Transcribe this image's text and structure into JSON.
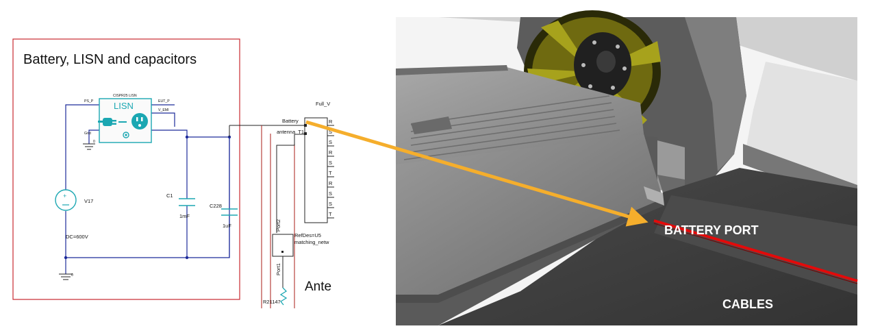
{
  "schematic": {
    "group_title": "Battery, LISN and capacitors",
    "lisn": {
      "part_name": "CISPR25 LISN",
      "title": "LISN",
      "pins": {
        "ps": "PS_P",
        "eut": "EUT_P",
        "emi": "V_EMI",
        "gnd": "Gnd"
      },
      "gnd_value": "0"
    },
    "source": {
      "name": "V17",
      "value": "DC=600V"
    },
    "ground_label": "0",
    "cap1": {
      "name": "C1",
      "value": "1mF"
    },
    "cap2": {
      "name": "C228",
      "value": "1uF"
    },
    "block": {
      "title": "Full_V",
      "port_battery": "Battery",
      "port_antenna": "antenna_T1",
      "pins": [
        "R",
        "S",
        "S",
        "R",
        "S",
        "T",
        "R",
        "S",
        "S",
        "T"
      ]
    },
    "matching": {
      "port_top": "Port2",
      "port_bottom": "Port1",
      "refdes": "RefDes=U5",
      "name": "matching_netw"
    },
    "resistor": "R21147",
    "antenna_text": "Ante"
  },
  "render": {
    "labels": {
      "battery_port": "BATTERY PORT",
      "cables": "CABLES"
    },
    "colors": {
      "arrow": "#f5ae2c",
      "cable": "#e30a0a",
      "frame": "#c9282f",
      "wire": "#1c2a9a",
      "lisn": "#1ba7b2",
      "yellow_metal": "#8f8a14",
      "gray_body": "#8a8a8a",
      "floor": "#3d3d3d"
    }
  }
}
